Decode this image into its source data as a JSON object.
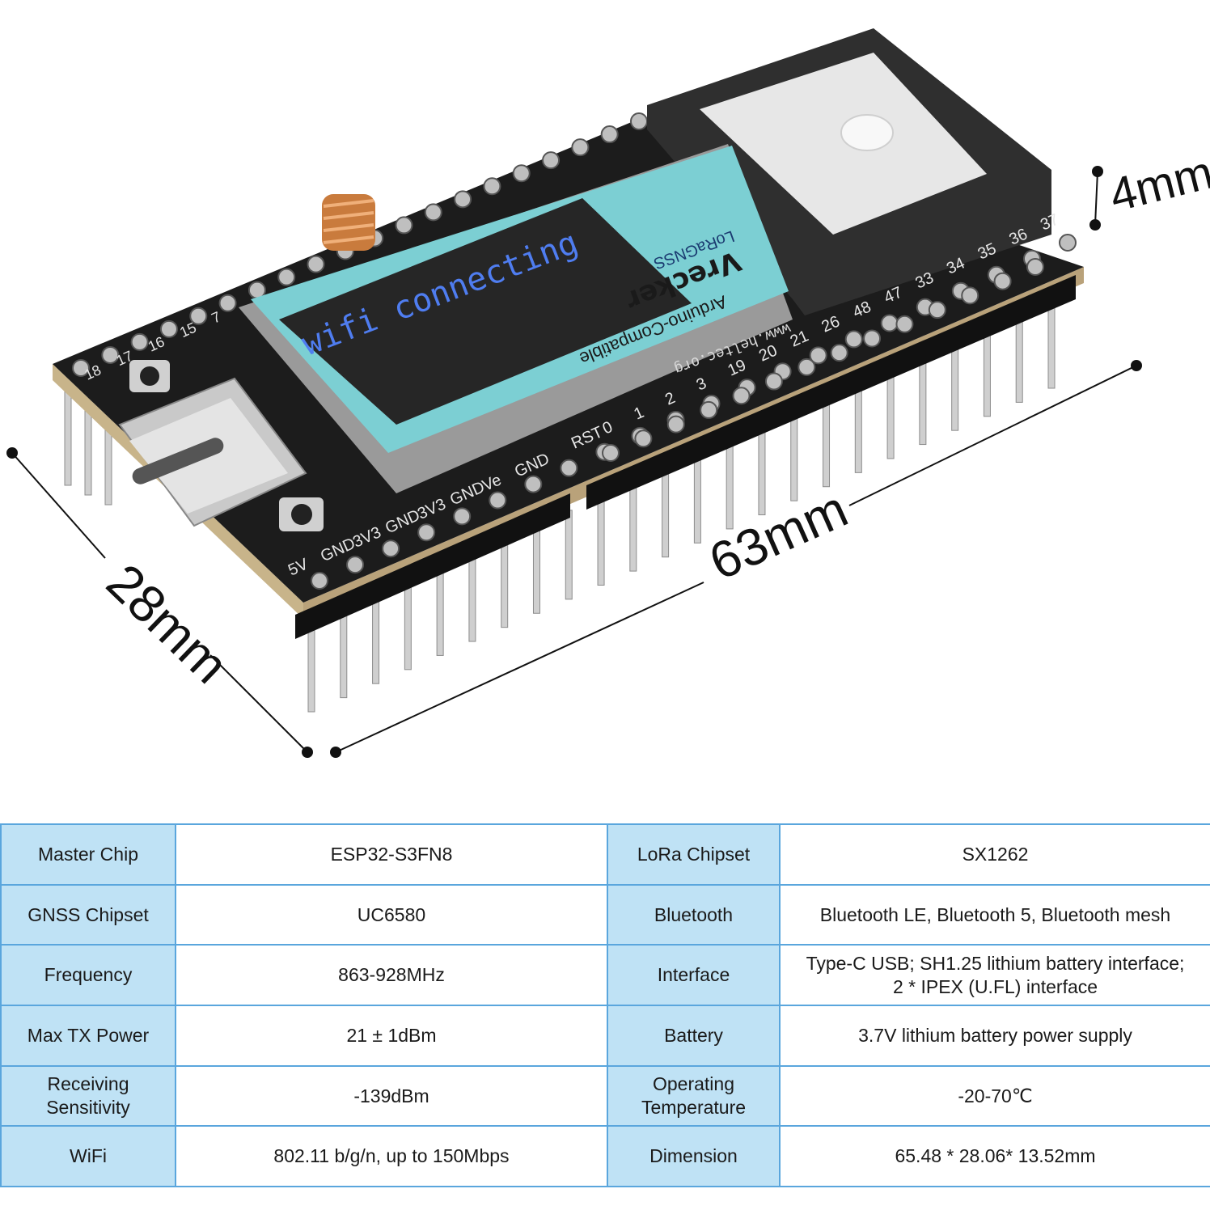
{
  "dimensions": {
    "height": "4mm",
    "length": "63mm",
    "width": "28mm"
  },
  "board": {
    "brand": "Vrecker",
    "subtitle": "LoRaGNSS",
    "compat": "Arduino-Compatible",
    "screen_text": "wifi connecting",
    "website": "www.heltec.org",
    "pins_front": [
      "5V",
      "GND",
      "3V3",
      "GND",
      "3V3",
      "GND",
      "Ve",
      "GND"
    ],
    "pins_mid": [
      "RST",
      "0",
      "1",
      "2",
      "3",
      "19",
      "20",
      "21",
      "26",
      "48",
      "47",
      "33",
      "34",
      "35",
      "36",
      "37"
    ],
    "pins_left": [
      "18",
      "17",
      "16",
      "15",
      "7"
    ]
  },
  "colors": {
    "table_header_bg": "#bfe2f5",
    "table_border": "#5aa6dd",
    "oled_frame": "#7ccfd3",
    "pcb": "#1c1c1c"
  },
  "specs": [
    [
      {
        "label": "Master Chip",
        "value": "ESP32-S3FN8"
      },
      {
        "label": "LoRa Chipset",
        "value": "SX1262"
      }
    ],
    [
      {
        "label": "GNSS Chipset",
        "value": "UC6580"
      },
      {
        "label": "Bluetooth",
        "value": "Bluetooth LE, Bluetooth 5, Bluetooth mesh"
      }
    ],
    [
      {
        "label": "Frequency",
        "value": "863-928MHz"
      },
      {
        "label": "Interface",
        "value": "Type-C USB; SH1.25 lithium battery interface;\n2 * IPEX (U.FL) interface"
      }
    ],
    [
      {
        "label": "Max TX Power",
        "value": "21 ± 1dBm"
      },
      {
        "label": "Battery",
        "value": "3.7V lithium battery power supply"
      }
    ],
    [
      {
        "label": "Receiving\nSensitivity",
        "value": "-139dBm"
      },
      {
        "label": "Operating\nTemperature",
        "value": "-20-70℃"
      }
    ],
    [
      {
        "label": "WiFi",
        "value": "802.11 b/g/n, up to 150Mbps"
      },
      {
        "label": "Dimension",
        "value": "65.48 * 28.06* 13.52mm"
      }
    ]
  ]
}
